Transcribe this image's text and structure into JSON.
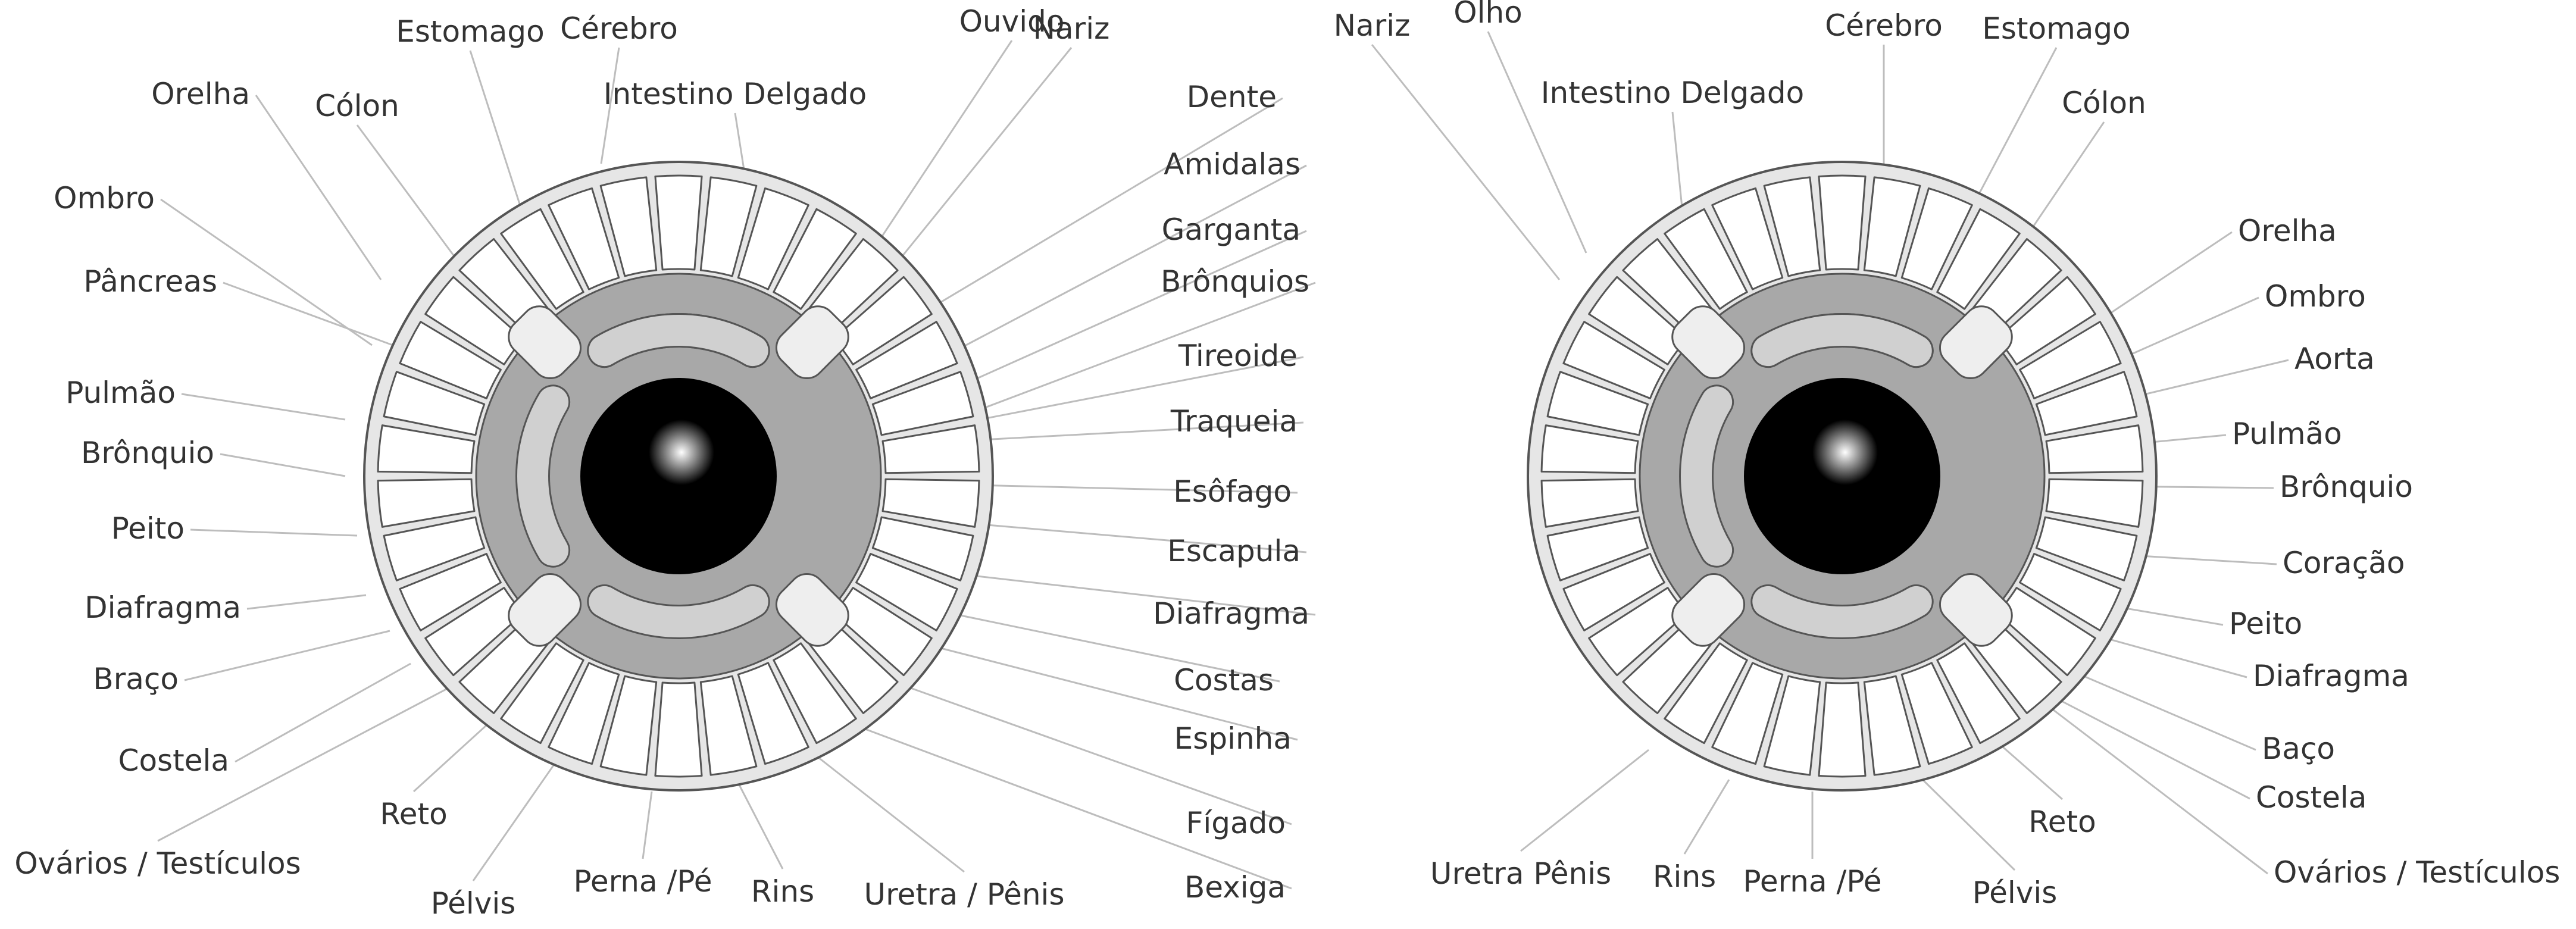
{
  "colors": {
    "background": "#ffffff",
    "leader_line": "#bdbdbd",
    "outline": "#555555",
    "outer_ring": "#e6e6e6",
    "segment": "#ffffff",
    "iris_band": "#a8a8a8",
    "inner_arc": "#d0d0d0",
    "pupil": "#000000",
    "label_text": "#333333"
  },
  "iris_left": {
    "labels": [
      "Orelha",
      "Estomago",
      "Cérebro",
      "Cólon",
      "Intestino Delgado",
      "Ouvido",
      "Nariz",
      "Dente",
      "Amidalas",
      "Garganta",
      "Brônquios",
      "Tireoide",
      "Traqueia",
      "Esôfago",
      "Escapula",
      "Diafragma",
      "Costas",
      "Espinha",
      "Fígado",
      "Bexiga",
      "Ombro",
      "Pâncreas",
      "Pulmão",
      "Brônquio",
      "Peito",
      "Diafragma",
      "Braço",
      "Costela",
      "Reto",
      "Ovários / Testículos",
      "Pélvis",
      "Perna /Pé",
      "Rins",
      "Uretra / Pênis"
    ]
  },
  "iris_right": {
    "labels": [
      "Nariz",
      "Olho",
      "Intestino Delgado",
      "Cérebro",
      "Estomago",
      "Cólon",
      "Orelha",
      "Ombro",
      "Aorta",
      "Pulmão",
      "Brônquio",
      "Coração",
      "Peito",
      "Diafragma",
      "Baço",
      "Costela",
      "Ovários / Testículos",
      "Reto",
      "Pélvis",
      "Perna /Pé",
      "Rins",
      "Uretra Pênis"
    ]
  }
}
